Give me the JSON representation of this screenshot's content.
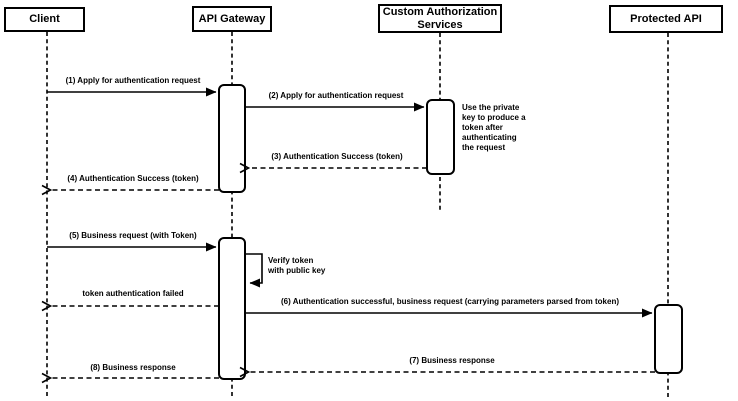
{
  "diagram": {
    "type": "sequence-diagram",
    "colors": {
      "line": "#000000",
      "background": "#ffffff",
      "shape_fill": "#ffffff",
      "text": "#000000"
    },
    "participants": [
      {
        "label": "Client"
      },
      {
        "label": "API Gateway"
      },
      {
        "label": "Custom Authorization Services"
      },
      {
        "label": "Protected API"
      }
    ],
    "messages": [
      {
        "label": "(1) Apply for authentication request",
        "from": "Client",
        "to": "API Gateway",
        "style": "solid"
      },
      {
        "label": "(2) Apply for authentication request",
        "from": "API Gateway",
        "to": "Custom Authorization Services",
        "style": "solid"
      },
      {
        "label": "(3) Authentication Success (token)",
        "from": "Custom Authorization Services",
        "to": "API Gateway",
        "style": "dashed"
      },
      {
        "label": "(4) Authentication Success (token)",
        "from": "API Gateway",
        "to": "Client",
        "style": "dashed"
      },
      {
        "label": "(5) Business request (with Token)",
        "from": "Client",
        "to": "API Gateway",
        "style": "solid"
      },
      {
        "label": "token authentication failed",
        "from": "API Gateway",
        "to": "Client",
        "style": "dashed"
      },
      {
        "label": "(6) Authentication successful, business request (carrying parameters parsed from token)",
        "from": "API Gateway",
        "to": "Protected API",
        "style": "solid"
      },
      {
        "label": "(7) Business response",
        "from": "Protected API",
        "to": "API Gateway",
        "style": "dashed"
      },
      {
        "label": "(8) Business response",
        "from": "API Gateway",
        "to": "Client",
        "style": "dashed"
      }
    ],
    "notes": [
      {
        "text": "Use the private\nkey to produce a\ntoken after\nauthenticating\nthe request"
      },
      {
        "text": "Verify token\nwith public key"
      }
    ]
  }
}
